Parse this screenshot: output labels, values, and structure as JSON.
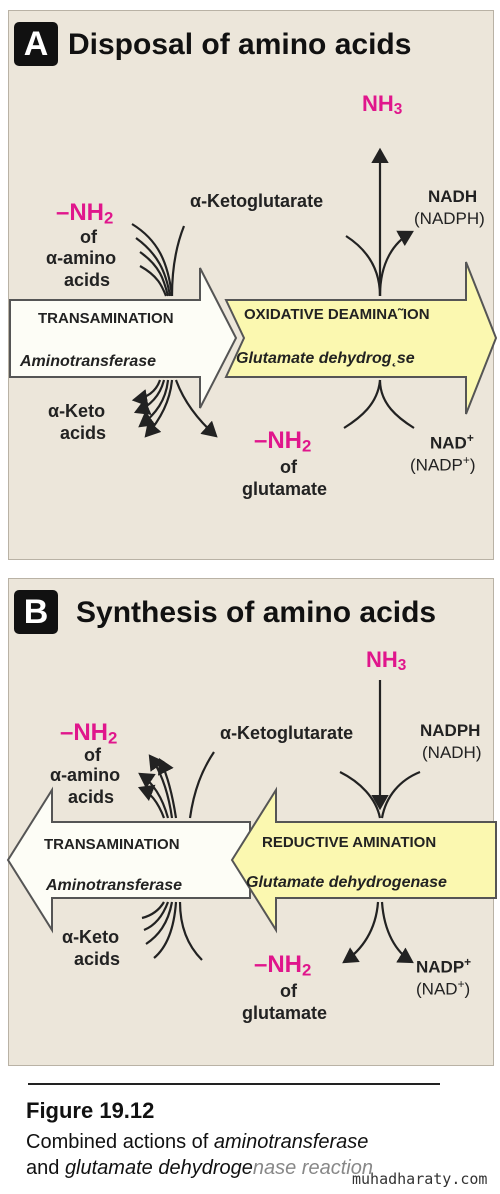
{
  "panel_a": {
    "badge": "A",
    "title": "Disposal of amino acids",
    "nh3": "NH3",
    "nh3_main": "NH",
    "nh3_sub": "3",
    "amino_group": "–NH2",
    "amino_group_main": "–NH",
    "amino_group_sub": "2",
    "amino_of": "of",
    "amino_acids_line1": "α-amino",
    "amino_acids_line2": "acids",
    "alpha_ketoglutarate": "α-Ketoglutarate",
    "nadh": "NADH",
    "nadph_paren": "(NADPH)",
    "alpha_keto_line1": "α-Keto",
    "alpha_keto_line2": "acids",
    "glu_amino_group_main": "–NH",
    "glu_amino_group_sub": "2",
    "glu_of": "of",
    "glutamate": "glutamate",
    "nad_main": "NAD",
    "nad_sup": "+",
    "nadp_paren_main": "(NADP",
    "nadp_paren_sup": "+",
    "nadp_paren_close": ")",
    "left_arrow_title": "TRANSAMINATION",
    "left_arrow_enzyme": "Aminotransferase",
    "right_arrow_title": "OXIDATIVE DEAMINA˜ION",
    "right_arrow_enzyme": "Glutamate dehydrog˛se"
  },
  "panel_b": {
    "badge": "B",
    "title": "Synthesis of amino acids",
    "nh3_main": "NH",
    "nh3_sub": "3",
    "amino_group_main": "–NH",
    "amino_group_sub": "2",
    "amino_of": "of",
    "amino_acids_line1": "α-amino",
    "amino_acids_line2": "acids",
    "alpha_ketoglutarate": "α-Ketoglutarate",
    "nadph": "NADPH",
    "nadh_paren": "(NADH)",
    "alpha_keto_line1": "α-Keto",
    "alpha_keto_line2": "acids",
    "glu_amino_group_main": "–NH",
    "glu_amino_group_sub": "2",
    "glu_of": "of",
    "glutamate": "glutamate",
    "nadp_main": "NADP",
    "nadp_sup": "+",
    "nad_paren_main": "(NAD",
    "nad_paren_sup": "+",
    "nad_paren_close": ")",
    "left_arrow_title": "TRANSAMINATION",
    "left_arrow_enzyme": "Aminotransferase",
    "right_arrow_title": "REDUCTIVE AMINATION",
    "right_arrow_enzyme": "Glutamate dehydrogenase"
  },
  "caption": {
    "figure_title": "Figure 19.12",
    "line1_prefix": "Combined actions of ",
    "line1_italic": "aminotransferase",
    "line2_prefix": "and ",
    "line2_italic": "glutamate dehydroge",
    "line2_rest": "nase reaction",
    "watermark": "muhadharaty.com"
  },
  "colors": {
    "panel_bg": "#ece6da",
    "arrow_white": "#fdfdf6",
    "arrow_yellow": "#fbf8b0",
    "magenta": "#e0168c",
    "badge": "#111111"
  }
}
